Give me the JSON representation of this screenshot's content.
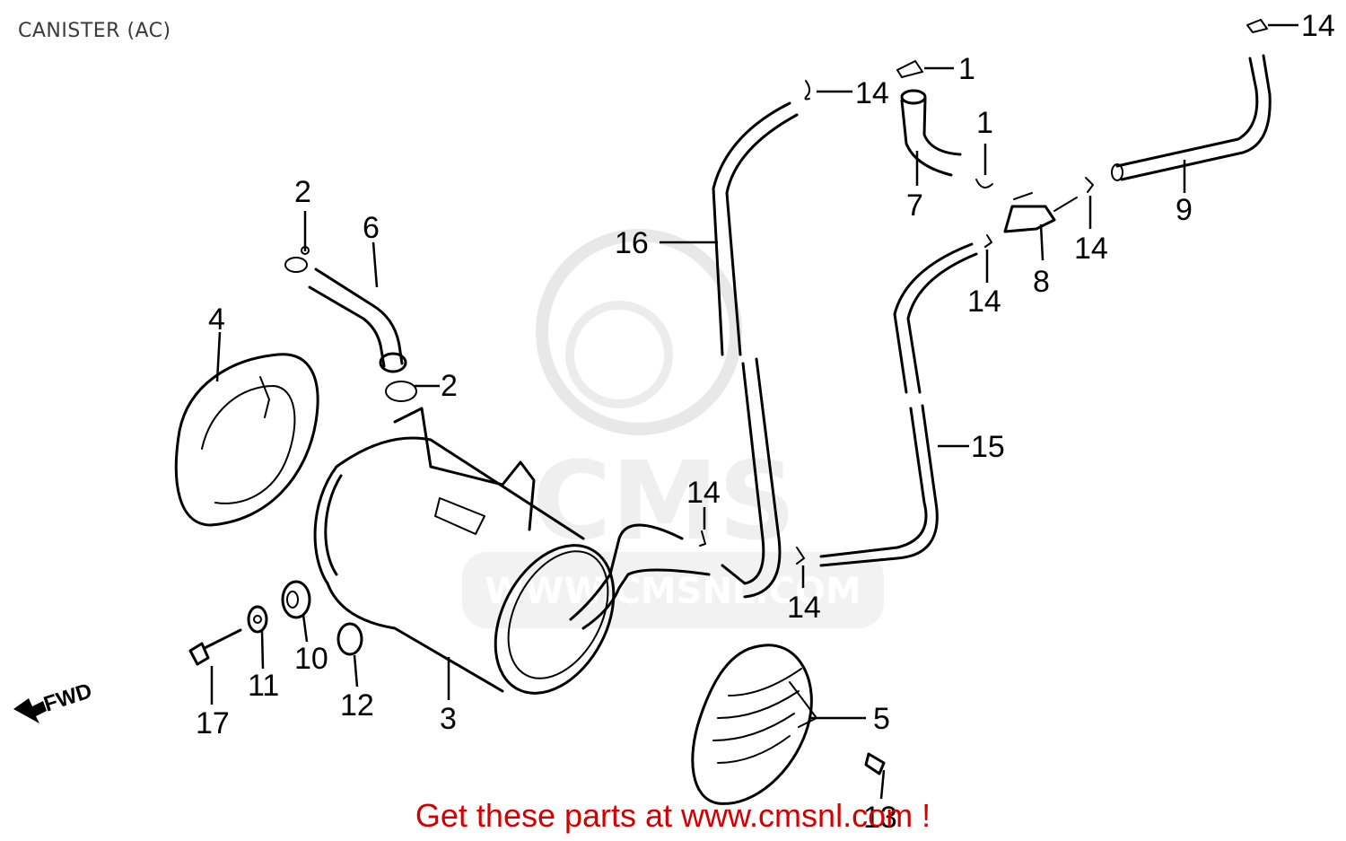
{
  "diagram": {
    "title": "CANISTER (AC)",
    "fwd_label": "FWD",
    "cta_text": "Get these parts at www.cmsnl.com !",
    "watermark_text": "CMS",
    "watermark_url": "WWW.CMSNL.COM",
    "colors": {
      "line": "#000000",
      "cta": "#d40000",
      "watermark": "#dddddd",
      "title": "#3a3a3a"
    },
    "callouts": {
      "c1a": "1",
      "c1b": "1",
      "c2a": "2",
      "c2b": "2",
      "c3": "3",
      "c4": "4",
      "c5": "5",
      "c6": "6",
      "c7": "7",
      "c8": "8",
      "c9": "9",
      "c10": "10",
      "c11": "11",
      "c12": "12",
      "c13": "13",
      "c14a": "14",
      "c14b": "14",
      "c14c": "14",
      "c14d": "14",
      "c14e": "14",
      "c14f": "14",
      "c15": "15",
      "c16": "16",
      "c17": "17"
    }
  }
}
